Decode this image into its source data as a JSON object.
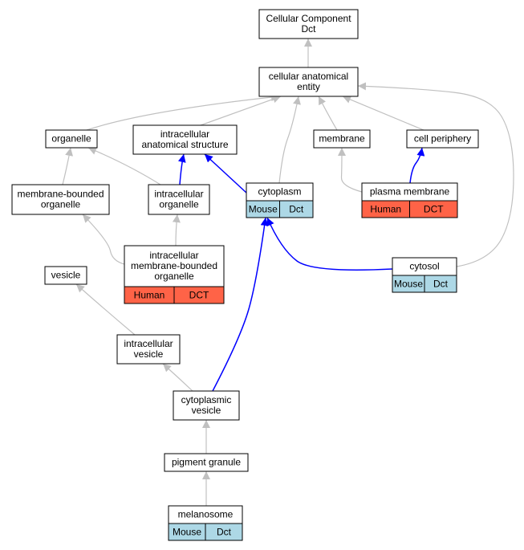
{
  "diagram": {
    "colors": {
      "edge_default": "#c0c0c0",
      "edge_highlight": "#0000ff",
      "tag_mouse": "#add8e6",
      "tag_human": "#ff6347",
      "node_border": "#000000",
      "background": "#ffffff"
    },
    "nodes": [
      {
        "id": "cellular-component",
        "lines": [
          "Cellular Component",
          "Dct"
        ],
        "tags": []
      },
      {
        "id": "cellular-anatomical-entity",
        "lines": [
          "cellular anatomical",
          "entity"
        ],
        "tags": []
      },
      {
        "id": "organelle",
        "lines": [
          "organelle"
        ],
        "tags": []
      },
      {
        "id": "intracellular-anatomical-structure",
        "lines": [
          "intracellular",
          "anatomical structure"
        ],
        "tags": []
      },
      {
        "id": "membrane",
        "lines": [
          "membrane"
        ],
        "tags": []
      },
      {
        "id": "cell-periphery",
        "lines": [
          "cell periphery"
        ],
        "tags": []
      },
      {
        "id": "membrane-bounded-organelle",
        "lines": [
          "membrane-bounded",
          "organelle"
        ],
        "tags": []
      },
      {
        "id": "intracellular-organelle",
        "lines": [
          "intracellular",
          "organelle"
        ],
        "tags": []
      },
      {
        "id": "cytoplasm",
        "lines": [
          "cytoplasm"
        ],
        "tags": [
          {
            "text": "Mouse",
            "kind": "mouse"
          },
          {
            "text": "Dct",
            "kind": "mouse"
          }
        ]
      },
      {
        "id": "plasma-membrane",
        "lines": [
          "plasma membrane"
        ],
        "tags": [
          {
            "text": "Human",
            "kind": "human"
          },
          {
            "text": "DCT",
            "kind": "human"
          }
        ]
      },
      {
        "id": "intracellular-membrane-bounded-organelle",
        "lines": [
          "intracellular",
          "membrane-bounded",
          "organelle"
        ],
        "tags": [
          {
            "text": "Human",
            "kind": "human"
          },
          {
            "text": "DCT",
            "kind": "human"
          }
        ]
      },
      {
        "id": "vesicle",
        "lines": [
          "vesicle"
        ],
        "tags": []
      },
      {
        "id": "cytosol",
        "lines": [
          "cytosol"
        ],
        "tags": [
          {
            "text": "Mouse",
            "kind": "mouse"
          },
          {
            "text": "Dct",
            "kind": "mouse"
          }
        ]
      },
      {
        "id": "intracellular-vesicle",
        "lines": [
          "intracellular",
          "vesicle"
        ],
        "tags": []
      },
      {
        "id": "cytoplasmic-vesicle",
        "lines": [
          "cytoplasmic",
          "vesicle"
        ],
        "tags": []
      },
      {
        "id": "pigment-granule",
        "lines": [
          "pigment granule"
        ],
        "tags": []
      },
      {
        "id": "melanosome",
        "lines": [
          "melanosome"
        ],
        "tags": [
          {
            "text": "Mouse",
            "kind": "mouse"
          },
          {
            "text": "Dct",
            "kind": "mouse"
          }
        ]
      }
    ],
    "edges": [
      {
        "from": "cellular-anatomical-entity",
        "to": "cellular-component",
        "style": "default"
      },
      {
        "from": "organelle",
        "to": "cellular-anatomical-entity",
        "style": "default"
      },
      {
        "from": "intracellular-anatomical-structure",
        "to": "cellular-anatomical-entity",
        "style": "default"
      },
      {
        "from": "cytoplasm",
        "to": "cellular-anatomical-entity",
        "style": "default"
      },
      {
        "from": "membrane",
        "to": "cellular-anatomical-entity",
        "style": "default"
      },
      {
        "from": "cell-periphery",
        "to": "cellular-anatomical-entity",
        "style": "default"
      },
      {
        "from": "cytosol",
        "to": "cellular-anatomical-entity",
        "style": "default"
      },
      {
        "from": "membrane-bounded-organelle",
        "to": "organelle",
        "style": "default"
      },
      {
        "from": "intracellular-organelle",
        "to": "organelle",
        "style": "default"
      },
      {
        "from": "intracellular-organelle",
        "to": "intracellular-anatomical-structure",
        "style": "highlight"
      },
      {
        "from": "cytoplasm",
        "to": "intracellular-anatomical-structure",
        "style": "highlight"
      },
      {
        "from": "plasma-membrane",
        "to": "membrane",
        "style": "default"
      },
      {
        "from": "plasma-membrane",
        "to": "cell-periphery",
        "style": "highlight"
      },
      {
        "from": "intracellular-membrane-bounded-organelle",
        "to": "membrane-bounded-organelle",
        "style": "default"
      },
      {
        "from": "intracellular-membrane-bounded-organelle",
        "to": "intracellular-organelle",
        "style": "default"
      },
      {
        "from": "cytosol",
        "to": "cytoplasm",
        "style": "highlight"
      },
      {
        "from": "cytoplasmic-vesicle",
        "to": "cytoplasm",
        "style": "highlight"
      },
      {
        "from": "intracellular-vesicle",
        "to": "vesicle",
        "style": "default"
      },
      {
        "from": "cytoplasmic-vesicle",
        "to": "intracellular-vesicle",
        "style": "default"
      },
      {
        "from": "pigment-granule",
        "to": "cytoplasmic-vesicle",
        "style": "default"
      },
      {
        "from": "melanosome",
        "to": "pigment-granule",
        "style": "default"
      }
    ]
  }
}
